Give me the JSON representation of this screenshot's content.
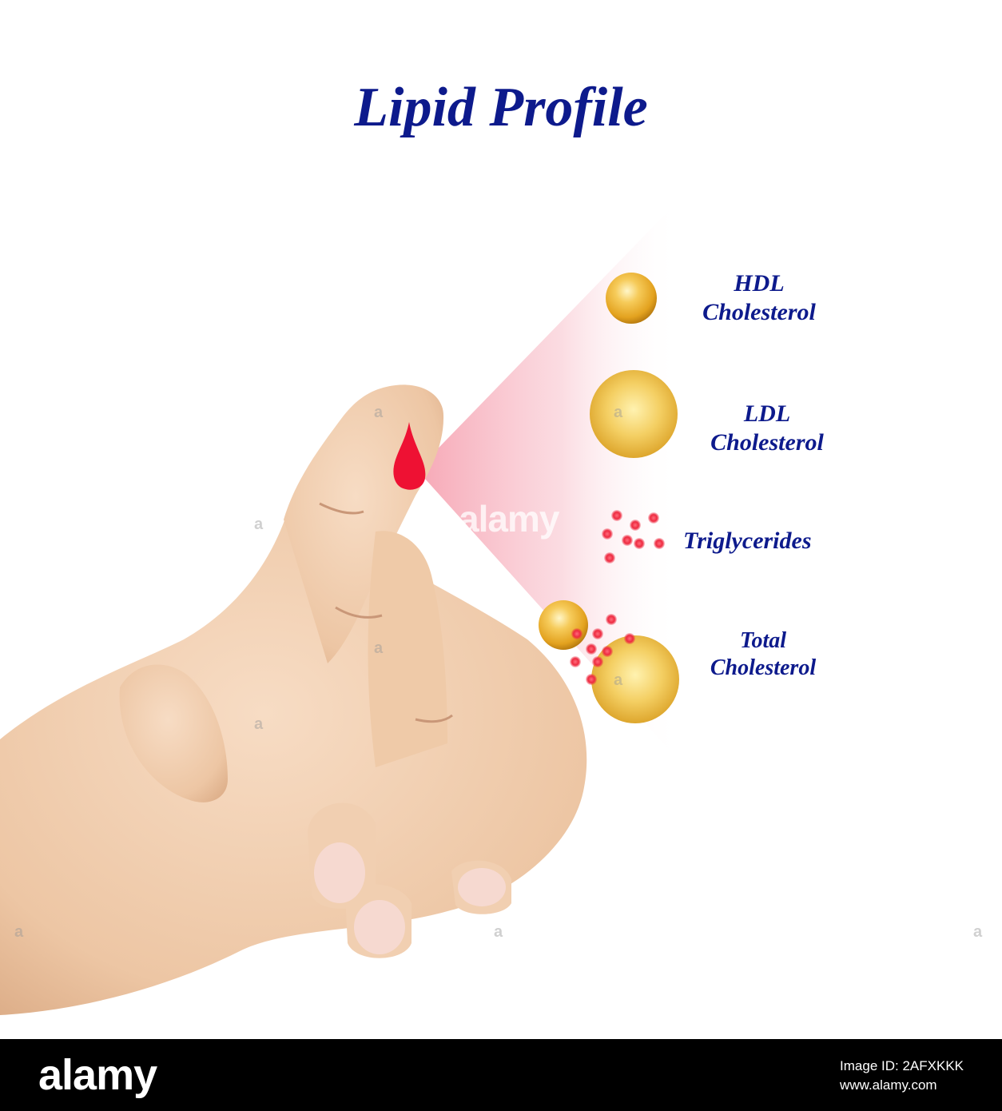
{
  "title": "Lipid Profile",
  "labels": {
    "hdl": [
      "HDL",
      "Cholesterol"
    ],
    "ldl": [
      "LDL",
      "Cholesterol"
    ],
    "triglycerides": "Triglycerides",
    "total": [
      "Total",
      "Cholesterol"
    ]
  },
  "watermark": {
    "mark": "a",
    "center": "alamy"
  },
  "footer": {
    "brand": "alamy",
    "image_id": "Image ID: 2AFXKKK",
    "site": "www.alamy.com"
  },
  "colors": {
    "title_text": "#0d1a8c",
    "gold_sphere": "#e8a91c",
    "blood_red": "#ee1133",
    "triglyceride_dot": "#f0384c",
    "beam_pink": "#f7a8b5",
    "footer_bg": "#000000"
  }
}
